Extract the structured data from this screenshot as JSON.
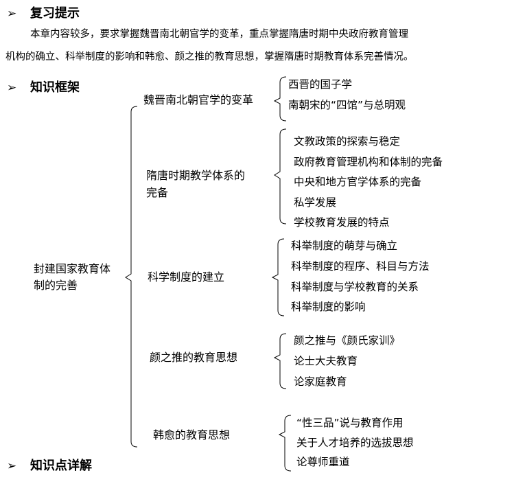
{
  "sections": {
    "review": {
      "marker": "➢",
      "title": "复习提示"
    },
    "framework": {
      "marker": "➢",
      "title": "知识框架"
    },
    "details": {
      "marker": "➢",
      "title": "知识点详解"
    }
  },
  "intro": {
    "line1": "本章内容较多，要求掌握魏晋南北朝官学的变革，重点掌握隋唐时期中央政府教育管理",
    "line2": "机构的确立、科举制度的影响和韩愈、颜之推的教育思想，掌握隋唐时期教育体系完善情况。"
  },
  "tree": {
    "root": {
      "line1": "封建国家教育体",
      "line2": "制的完善"
    },
    "branches": [
      {
        "label": "魏晋南北朝官学的变革",
        "leaves": [
          "西晋的国子学",
          "南朝宋的“四馆”与总明观"
        ]
      },
      {
        "label_line1": "隋唐时期教学体系的",
        "label_line2": "完备",
        "leaves": [
          "文教政策的探索与稳定",
          "政府教育管理机构和体制的完备",
          "中央和地方官学体系的完备",
          "私学发展",
          "学校教育发展的特点"
        ]
      },
      {
        "label": "科学制度的建立",
        "leaves": [
          "科举制度的萌芽与确立",
          "科举制度的程序、科目与方法",
          "科举制度与学校教育的关系",
          "科举制度的影响"
        ]
      },
      {
        "label": "颜之推的教育思想",
        "leaves": [
          "颜之推与《颜氏家训》",
          "论士大夫教育",
          "论家庭教育"
        ]
      },
      {
        "label": "韩愈的教育思想",
        "leaves": [
          "“性三品”说与教育作用",
          "关于人才培养的选拔思想",
          "论尊师重道"
        ]
      }
    ]
  }
}
